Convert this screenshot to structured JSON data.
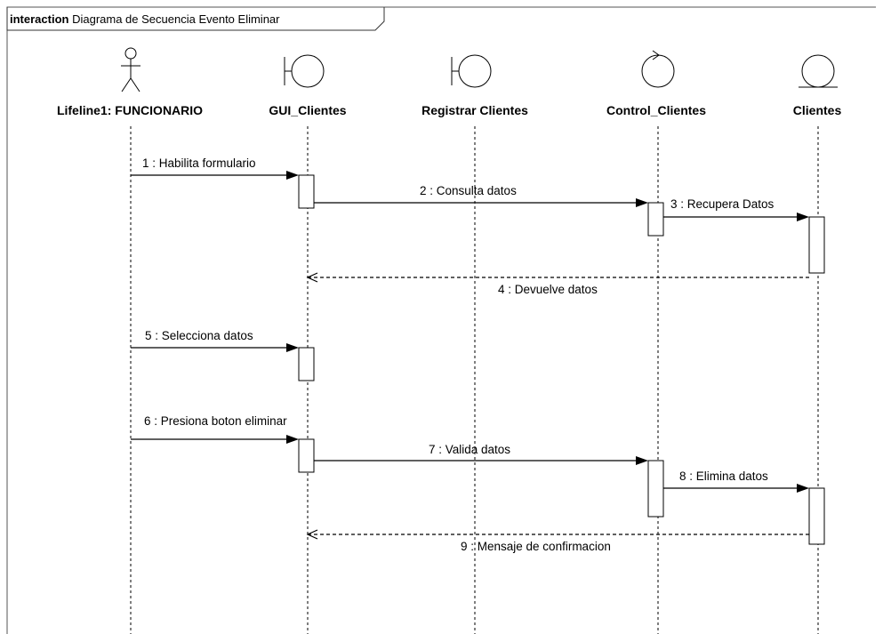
{
  "frame": {
    "keyword": "interaction",
    "title": " Diagrama de Secuencia Evento Eliminar"
  },
  "lifelines": [
    {
      "name": "Lifeline1: FUNCIONARIO",
      "kind": "actor",
      "icon": "actor-icon"
    },
    {
      "name": "GUI_Clientes",
      "kind": "boundary",
      "icon": "boundary-icon"
    },
    {
      "name": "Registrar Clientes",
      "kind": "boundary",
      "icon": "boundary-icon"
    },
    {
      "name": "Control_Clientes",
      "kind": "control",
      "icon": "control-icon"
    },
    {
      "name": "Clientes",
      "kind": "entity",
      "icon": "entity-icon"
    }
  ],
  "messages": [
    {
      "label": "1 : Habilita formulario",
      "from": 0,
      "to": 1,
      "kind": "sync"
    },
    {
      "label": "2 : Consulta datos",
      "from": 1,
      "to": 3,
      "kind": "sync"
    },
    {
      "label": "3 : Recupera Datos",
      "from": 3,
      "to": 4,
      "kind": "sync"
    },
    {
      "label": "4 : Devuelve datos",
      "from": 4,
      "to": 1,
      "kind": "return"
    },
    {
      "label": "5 : Selecciona datos",
      "from": 0,
      "to": 1,
      "kind": "sync"
    },
    {
      "label": "6 : Presiona boton eliminar",
      "from": 0,
      "to": 1,
      "kind": "sync"
    },
    {
      "label": "7 : Valida datos",
      "from": 1,
      "to": 3,
      "kind": "sync"
    },
    {
      "label": "8 : Elimina datos",
      "from": 3,
      "to": 4,
      "kind": "sync"
    },
    {
      "label": "9 : Mensaje de confirmacion",
      "from": 4,
      "to": 1,
      "kind": "return"
    }
  ]
}
